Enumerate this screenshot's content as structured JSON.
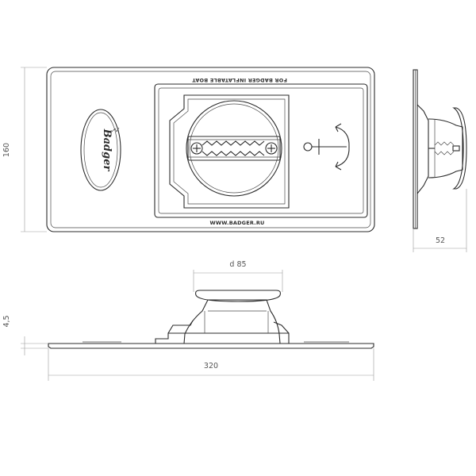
{
  "plate_texts": {
    "top_label": "FOR BADGER INFLATABLE BOAT",
    "bottom_label": "WWW.BADGER.RU",
    "logo": "Badger"
  },
  "dimensions": {
    "height": "160",
    "depth": "52",
    "diameter": "d 85",
    "thickness": "4,5",
    "length": "320"
  }
}
